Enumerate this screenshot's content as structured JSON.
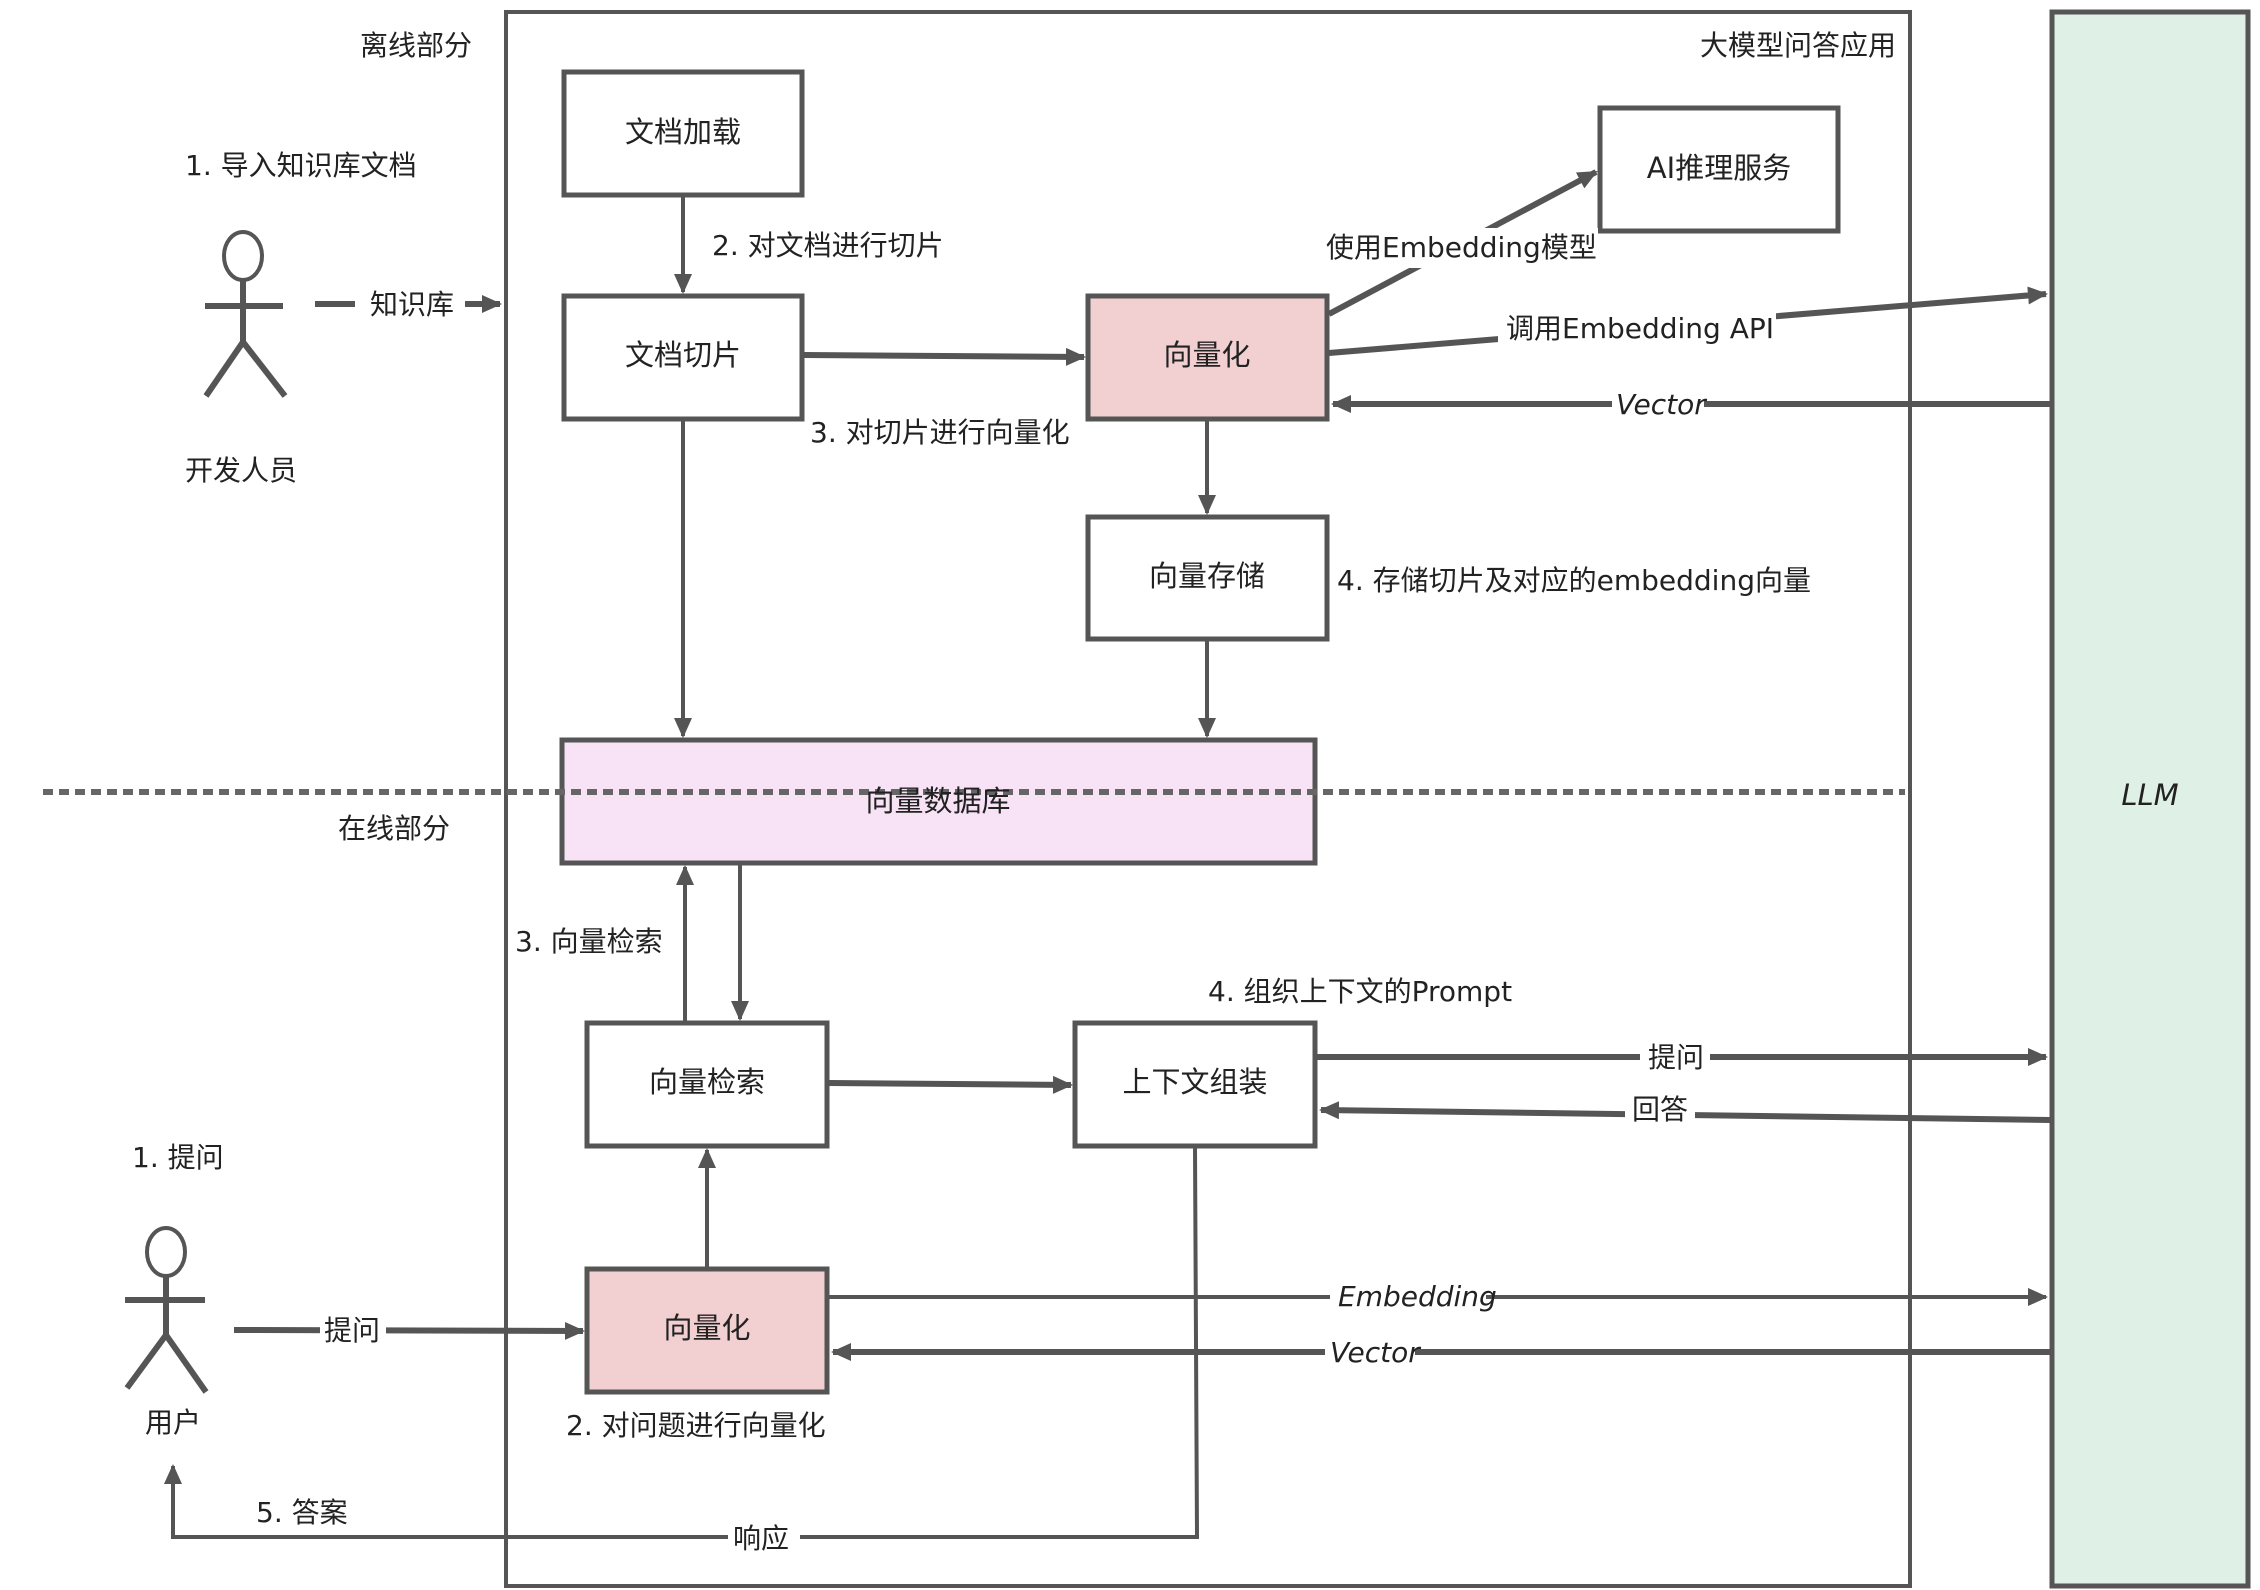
{
  "colors": {
    "stroke": "#555555",
    "vectorize_fill": "#f2cfd1",
    "vector_db_fill": "#f8e3f6",
    "llm_fill": "#dff0e6",
    "background": "#ffffff"
  },
  "regions": {
    "offline": "离线部分",
    "online": "在线部分",
    "app_title": "大模型问答应用",
    "llm": "LLM"
  },
  "actors": {
    "developer": "开发人员",
    "user": "用户"
  },
  "boxes": {
    "doc_load": "文档加载",
    "doc_split": "文档切片",
    "vectorize_offline": "向量化",
    "ai_inference": "AI推理服务",
    "vector_store": "向量存储",
    "vector_db": "向量数据库",
    "vector_search": "向量检索",
    "context_assembly": "上下文组装",
    "vectorize_online": "向量化"
  },
  "labels": {
    "step1_import": "1. 导入知识库文档",
    "knowledge_base": "知识库",
    "step2_split": "2. 对文档进行切片",
    "step3_vectorize": "3. 对切片进行向量化",
    "use_embedding_model": "使用Embedding模型",
    "call_embedding_api": "调用Embedding API",
    "vector_return_offline": "Vector",
    "step4_store": "4. 存储切片及对应的embedding向量",
    "step3_search": "3. 向量检索",
    "step4_prompt": "4. 组织上下文的Prompt",
    "ask_llm": "提问",
    "answer_llm": "回答",
    "step1_ask": "1. 提问",
    "ask_user": "提问",
    "embedding_online": "Embedding",
    "vector_return_online": "Vector",
    "step2_vectorize_question": "2. 对问题进行向量化",
    "step5_answer": "5. 答案",
    "response": "响应"
  }
}
